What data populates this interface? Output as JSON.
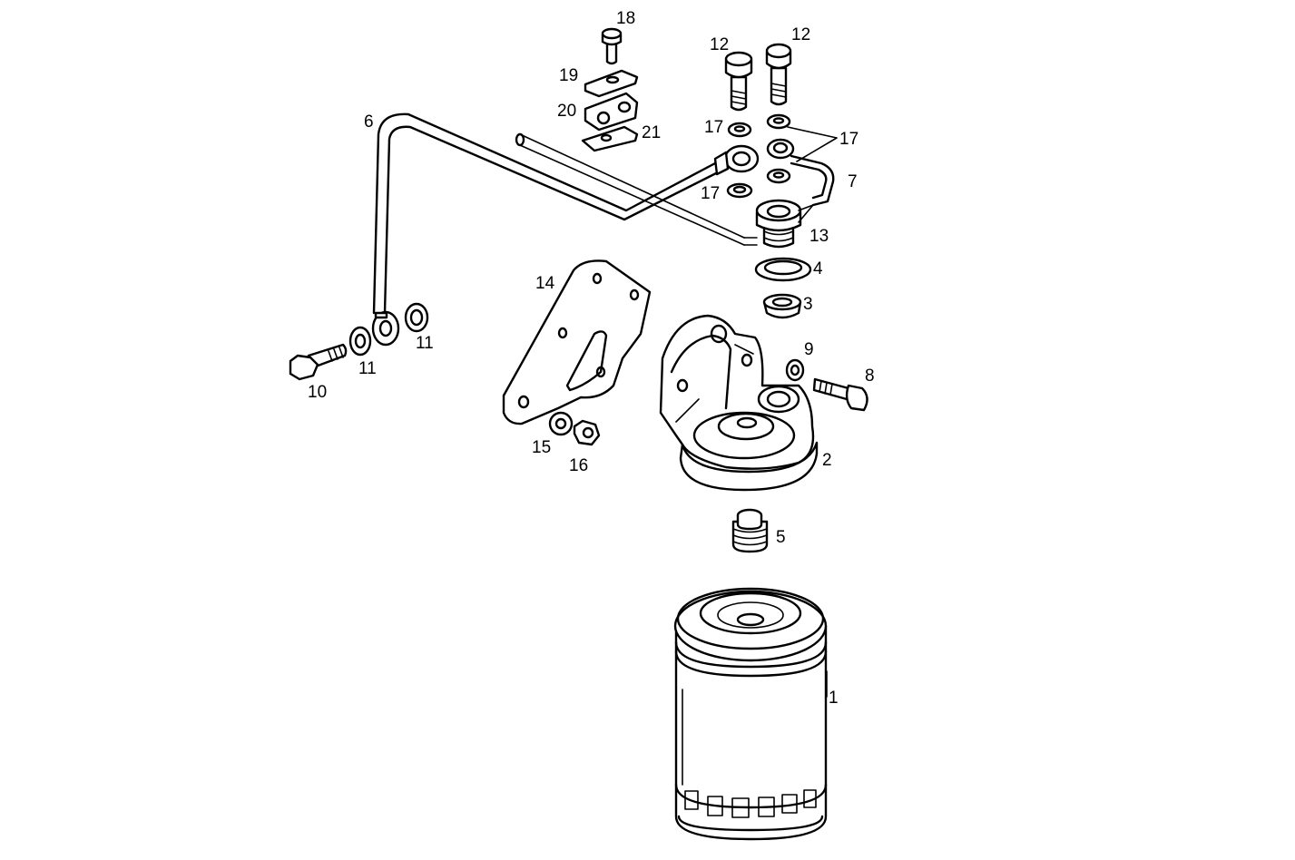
{
  "diagram": {
    "callouts": [
      {
        "id": "c1",
        "text": "1"
      },
      {
        "id": "c2",
        "text": "2"
      },
      {
        "id": "c3",
        "text": "3"
      },
      {
        "id": "c4",
        "text": "4"
      },
      {
        "id": "c5",
        "text": "5"
      },
      {
        "id": "c6",
        "text": "6"
      },
      {
        "id": "c7",
        "text": "7"
      },
      {
        "id": "c8",
        "text": "8"
      },
      {
        "id": "c9",
        "text": "9"
      },
      {
        "id": "c10",
        "text": "10"
      },
      {
        "id": "c11a",
        "text": "11"
      },
      {
        "id": "c11b",
        "text": "11"
      },
      {
        "id": "c12a",
        "text": "12"
      },
      {
        "id": "c12b",
        "text": "12"
      },
      {
        "id": "c13",
        "text": "13"
      },
      {
        "id": "c14",
        "text": "14"
      },
      {
        "id": "c15",
        "text": "15"
      },
      {
        "id": "c16",
        "text": "16"
      },
      {
        "id": "c17a",
        "text": "17"
      },
      {
        "id": "c17b",
        "text": "17"
      },
      {
        "id": "c17c",
        "text": "17"
      },
      {
        "id": "c18",
        "text": "18"
      },
      {
        "id": "c19",
        "text": "19"
      },
      {
        "id": "c20",
        "text": "20"
      },
      {
        "id": "c21",
        "text": "21"
      }
    ]
  }
}
